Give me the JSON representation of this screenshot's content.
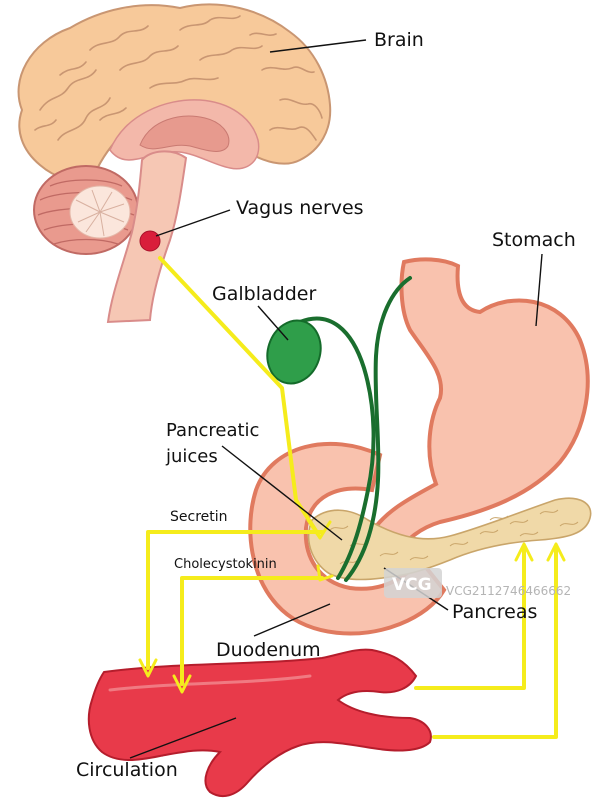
{
  "labels": {
    "brain": "Brain",
    "vagus_nerves": "Vagus nerves",
    "stomach": "Stomach",
    "galbladder": "Galbladder",
    "pancreatic_juices_line1": "Pancreatic",
    "pancreatic_juices_line2": "juices",
    "secretin": "Secretin",
    "cholecystokinin": "Cholecystokinin",
    "pancreas": "Pancreas",
    "duodenum": "Duodenum",
    "circulation": "Circulation"
  },
  "watermark": {
    "logo": "VCG",
    "id": "VCG2112746466662"
  },
  "colors": {
    "brain_fill": "#f7c99a",
    "brain_stroke": "#c99672",
    "brainstem_fill": "#f6c7b4",
    "brainstem_stroke": "#d98c8a",
    "vagus_dot": "#d91e3b",
    "stomach_fill": "#f9c2ae",
    "stomach_stroke": "#e07a5f",
    "gallbladder_fill": "#2f9e4a",
    "gallbladder_stroke": "#146b2a",
    "bile_duct": "#1a6e2e",
    "pancreas_fill": "#f0d9a8",
    "pancreas_stroke": "#c9a56a",
    "vessel_fill": "#e83a4a",
    "vessel_stroke": "#b51d2c",
    "signal_yellow": "#f5ec1c"
  }
}
